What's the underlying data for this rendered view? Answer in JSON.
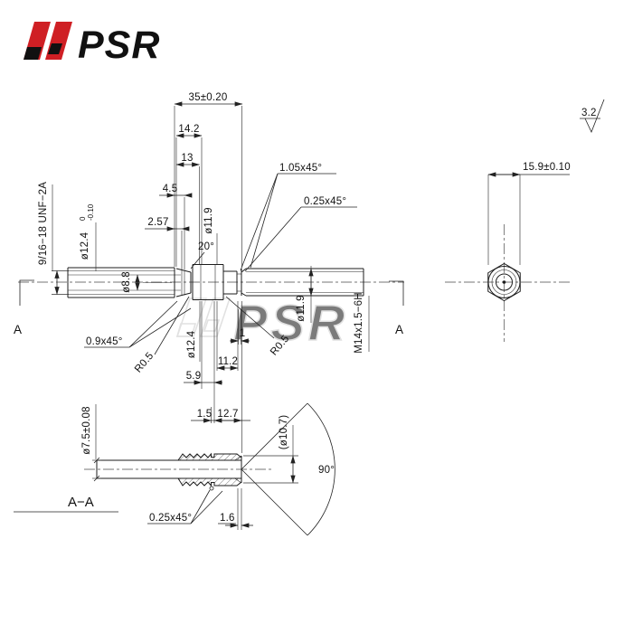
{
  "brand": {
    "name": "PSR"
  },
  "watermark": {
    "name": "PSR"
  },
  "surface_finish": {
    "value": "3.2"
  },
  "main_view": {
    "dim_35": "35±0.20",
    "dim_142": "14.2",
    "dim_13": "13",
    "dim_45": "4.5",
    "dim_257": "2.57",
    "thread_left": "9/16−18 UNF−2A",
    "dia_124_left": "ø12.4",
    "tol_upper": "0",
    "tol_lower": "-0.10",
    "dia_88": "ø8.8",
    "dia_119_left": "ø11.9",
    "angle_20": "20°",
    "chamfer_105": "1.05x45°",
    "chamfer_025": "0.25x45°",
    "chamfer_09": "0.9x45°",
    "r05_left": "R0.5",
    "r05_right": "R0.5",
    "dia_124_mid": "ø12.4",
    "dim_1": "1",
    "dia_119_right": "ø11.9",
    "thread_right": "M14x1.5−6H",
    "dim_59": "5.9",
    "dim_112": "11.2",
    "dim_15": "1.5",
    "dim_127": "12.7",
    "marker_left": "A",
    "marker_right": "A"
  },
  "end_view": {
    "dim_159": "15.9±0.10"
  },
  "section_view": {
    "title": "A−A",
    "dia_75": "ø7.5±0.08",
    "dia_107": "(ø10.7)",
    "angle_90": "90°",
    "chamfer_025": "0.25x45°",
    "dim_16": "1.6"
  }
}
